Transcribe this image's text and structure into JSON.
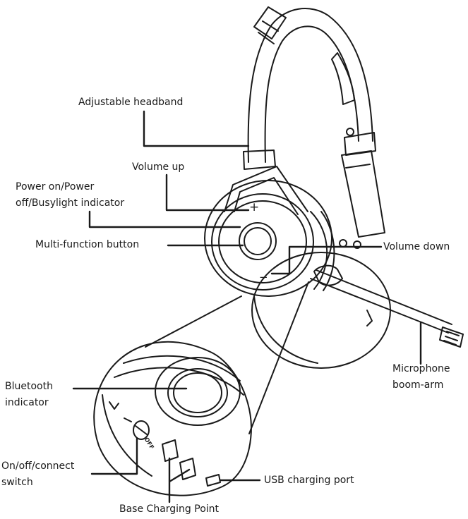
{
  "callouts": {
    "headband": "Adjustable headband",
    "volume_up": "Volume up",
    "power_indicator": "Power on/Power\noff/Busylight indicator",
    "multi_function": "Multi-function button",
    "volume_down": "Volume down",
    "bluetooth_indicator": "Bluetooth\nindicator",
    "microphone_boom": "Microphone\nboom-arm",
    "onoff_switch": "On/off/connect\nswitch",
    "usb_port": "USB charging port",
    "base_charging": "Base Charging Point"
  },
  "device_markings": {
    "plus": "+",
    "minus": "−",
    "off": "OFF"
  }
}
